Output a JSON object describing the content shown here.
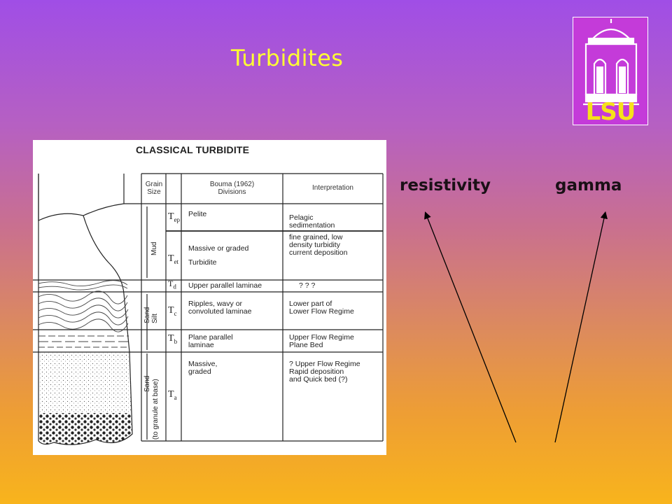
{
  "slide": {
    "title": "Turbidites"
  },
  "logo": {
    "text": "LSU"
  },
  "figure": {
    "title": "CLASSICAL TURBIDITE",
    "headers": {
      "grain_size": "Grain\nSize",
      "divisions": "Bouma (1962)\nDivisions",
      "interpretation": "Interpretation"
    },
    "grain_labels": {
      "mud": "Mud",
      "sand_silt": "Sand-\nSilt",
      "sand": "Sand-",
      "sand_note": "(to granule at base)"
    },
    "rows": [
      {
        "symbol": "T",
        "sub": "ep",
        "division": "Pelite",
        "interpretation": "Pelagic\nsedimentation"
      },
      {
        "symbol": "T",
        "sub": "et",
        "division": "Massive or graded\nTurbidite",
        "interpretation": "fine grained, low\ndensity turbidity\ncurrent deposition"
      },
      {
        "symbol": "T",
        "sub": "d",
        "division": "Upper parallel laminae",
        "interpretation": "?     ?     ?"
      },
      {
        "symbol": "T",
        "sub": "c",
        "division": "Ripples, wavy or\nconvoluted laminae",
        "interpretation": "Lower part of\nLower Flow Regime"
      },
      {
        "symbol": "T",
        "sub": "b",
        "division": "Plane parallel\nlaminae",
        "interpretation": "Upper Flow Regime\nPlane Bed"
      },
      {
        "symbol": "T",
        "sub": "a",
        "division": "Massive,\ngraded",
        "interpretation": "? Upper Flow Regime\nRapid deposition\nand Quick bed (?)"
      }
    ]
  },
  "log_labels": {
    "resistivity": "resistivity",
    "gamma": "gamma"
  }
}
